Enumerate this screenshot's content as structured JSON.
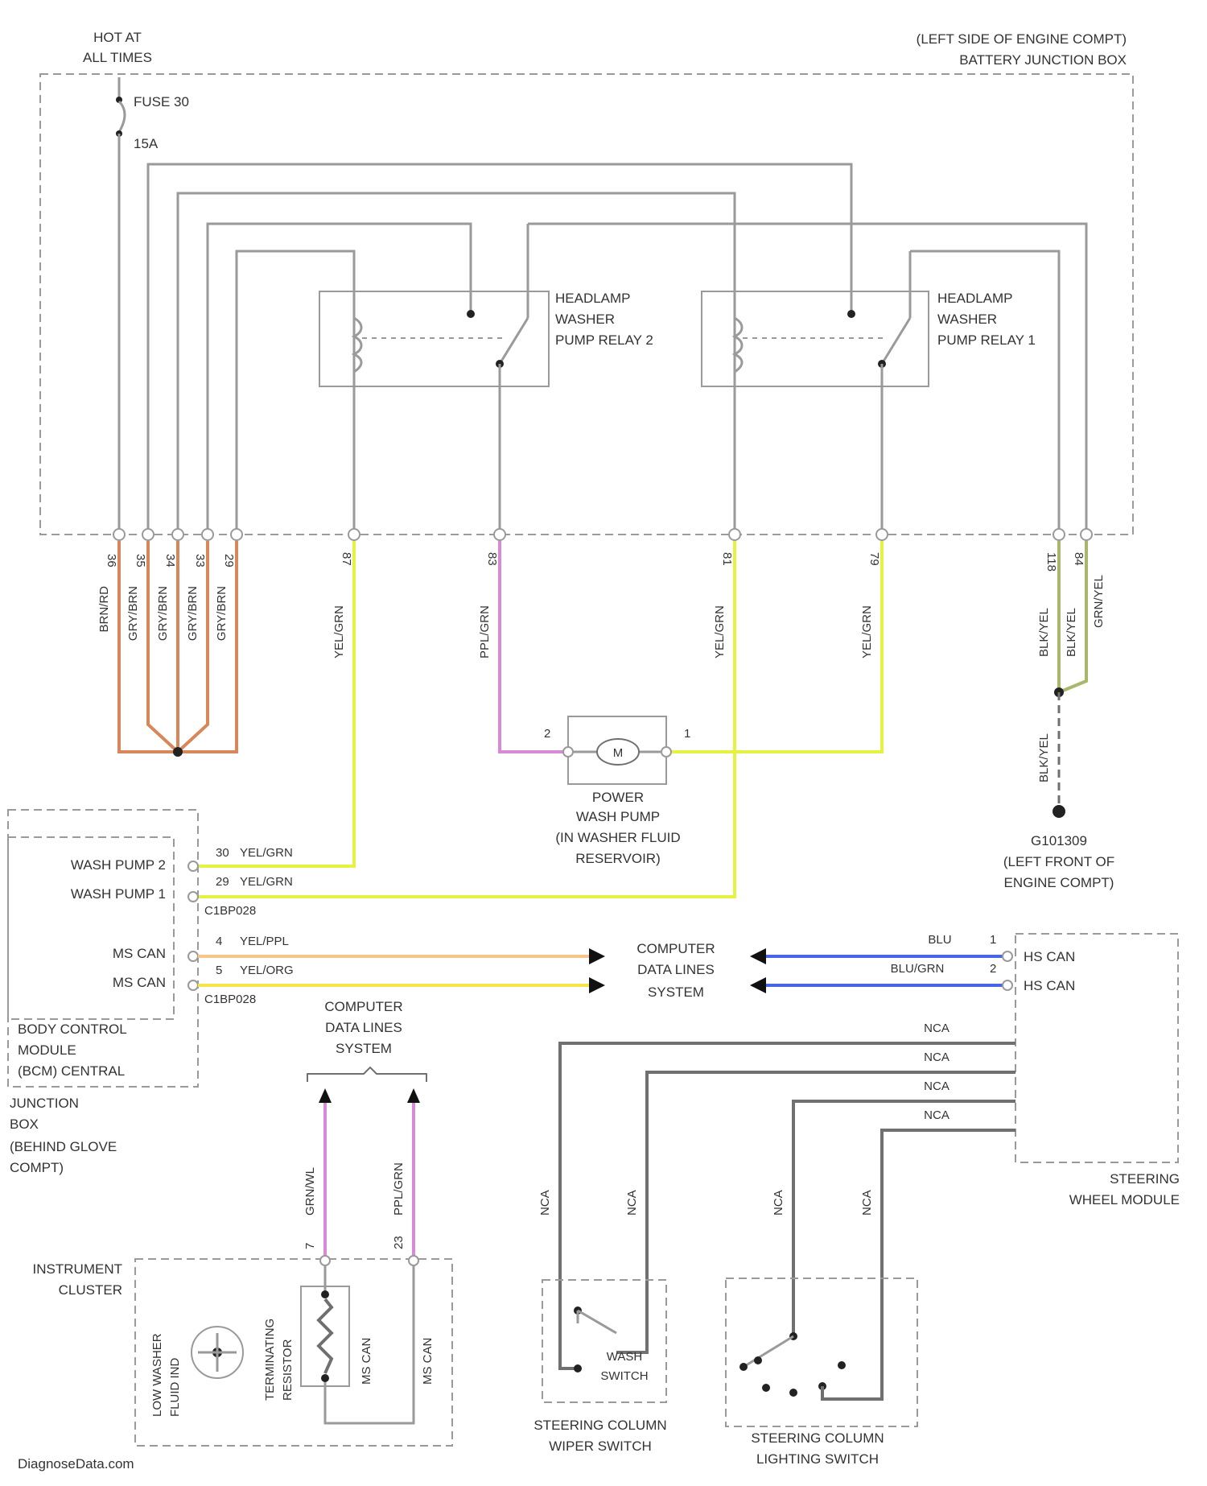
{
  "battery_junction_box": {
    "supply_note": [
      "HOT AT",
      "ALL TIMES"
    ],
    "location": [
      "(LEFT SIDE OF ENGINE COMPT)",
      "BATTERY JUNCTION BOX"
    ],
    "fuse_name": "FUSE 30",
    "fuse_rating": "15A",
    "relay_2_label": [
      "HEADLAMP",
      "WASHER",
      "PUMP RELAY 2"
    ],
    "relay_1_label": [
      "HEADLAMP",
      "WASHER",
      "PUMP RELAY 1"
    ]
  },
  "wires_top": {
    "ground_wires": [
      {
        "pin": "36",
        "color": "BRN/RD"
      },
      {
        "pin": "35",
        "color": "GRY/BRN"
      },
      {
        "pin": "34",
        "color": "GRY/BRN"
      },
      {
        "pin": "33",
        "color": "GRY/BRN"
      },
      {
        "pin": "29",
        "color": "GRY/BRN"
      }
    ],
    "w1": {
      "pin": "87",
      "color": "YEL/GRN"
    },
    "w2": {
      "pin": "83",
      "color": "PPL/GRN"
    },
    "w3": {
      "pin": "81",
      "color": "YEL/GRN"
    },
    "w4": {
      "pin": "79",
      "color": "YEL/GRN"
    },
    "w5": {
      "pin": "118",
      "color": "BLK/YEL"
    },
    "w6": {
      "pin": "84",
      "color": "BLK/YEL"
    },
    "w6b": "GRN/YEL",
    "ground_lead": "BLK/YEL",
    "ground_id": "G101309",
    "ground_location": [
      "(LEFT FRONT OF",
      "ENGINE COMPT)"
    ]
  },
  "wash_pump": {
    "pin_left": "2",
    "pin_right": "1",
    "motor_symbol": "M",
    "label": [
      "POWER",
      "WASH PUMP",
      "(IN WASHER FLUID",
      "RESERVOIR)"
    ]
  },
  "bcm": {
    "rows": [
      "WASH PUMP 2",
      "WASH PUMP 1",
      "MS CAN",
      "MS CAN"
    ],
    "pins": [
      "30",
      "29",
      "4",
      "5"
    ],
    "wire_colors": [
      "YEL/GRN",
      "YEL/GRN",
      "YEL/PPL",
      "YEL/ORG"
    ],
    "connectors": [
      "C1BP028",
      "C1BP028"
    ],
    "label": [
      "BODY CONTROL",
      "MODULE",
      "(BCM) CENTRAL",
      "JUNCTION",
      "BOX",
      "(BEHIND GLOVE",
      "COMPT)"
    ]
  },
  "data_lines": {
    "label_center": [
      "COMPUTER",
      "DATA LINES",
      "SYSTEM"
    ],
    "label_lower": [
      "COMPUTER",
      "DATA LINES",
      "SYSTEM"
    ]
  },
  "steering_module": {
    "pins": [
      "1",
      "2"
    ],
    "wire_colors": [
      "BLU",
      "BLU/GRN"
    ],
    "rows": [
      "HS CAN",
      "HS CAN"
    ],
    "nca_labels": [
      "NCA",
      "NCA",
      "NCA",
      "NCA"
    ],
    "label": [
      "STEERING",
      "WHEEL MODULE"
    ]
  },
  "instrument_cluster": {
    "label": [
      "INSTRUMENT",
      "CLUSTER"
    ],
    "pins": [
      "7",
      "23"
    ],
    "wire_colors": [
      "GRN/WL",
      "PPL/GRN"
    ],
    "indicator": [
      "LOW WASHER",
      "FLUID IND"
    ],
    "resistor": [
      "TERMINATING",
      "RESISTOR"
    ],
    "can_labels": [
      "MS CAN",
      "MS CAN"
    ]
  },
  "switches": {
    "vertical_labels": [
      "NCA",
      "NCA",
      "NCA",
      "NCA"
    ],
    "wash_switch_label": [
      "WASH",
      "SWITCH"
    ],
    "wiper_switch": [
      "STEERING COLUMN",
      "WIPER SWITCH"
    ],
    "lighting_switch": [
      "STEERING COLUMN",
      "LIGHTING SWITCH"
    ]
  },
  "watermark": "DiagnoseData.com",
  "colors": {
    "brown_wire": "#d8875a",
    "yellow_green": "#e6f241",
    "purple_green": "#d88ad8",
    "orange": "#f7c48a",
    "yellow": "#f4e44a",
    "blue": "#4a64e6",
    "olive": "#a8b86a",
    "gray": "#9a9a9a",
    "dark_gray": "#707070"
  }
}
